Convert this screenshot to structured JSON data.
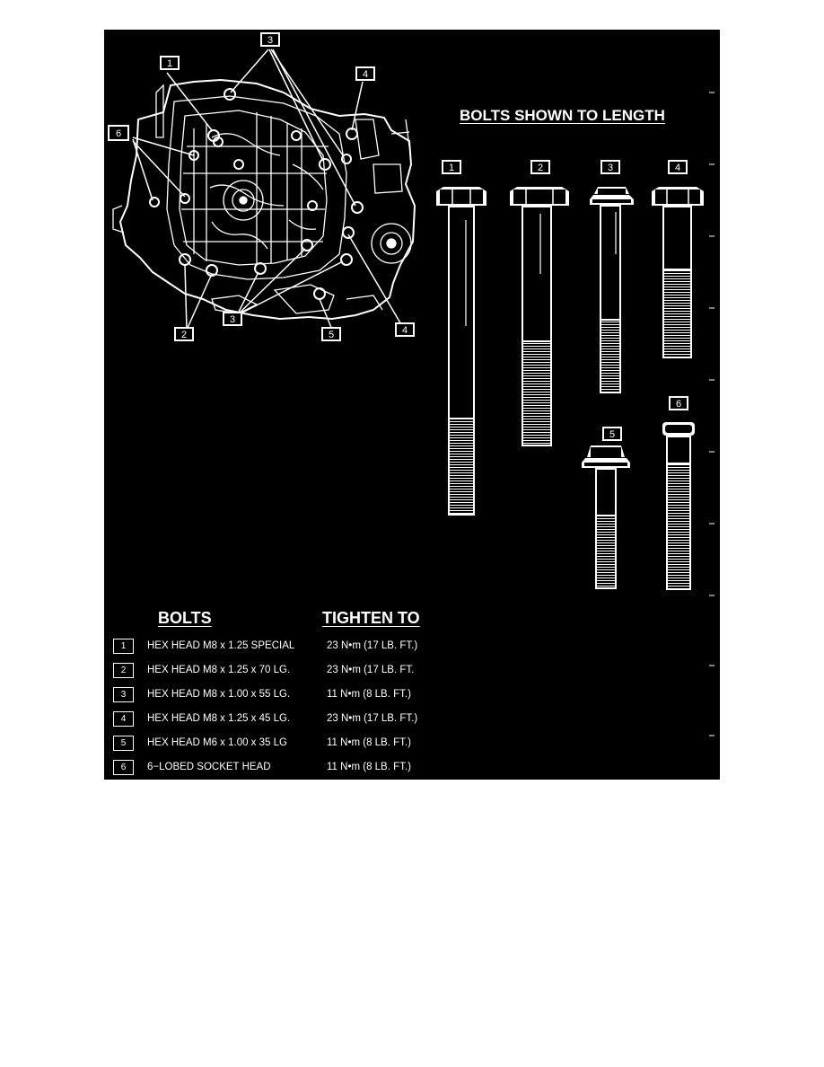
{
  "diagram": {
    "length_heading": "BOLTS SHOWN TO LENGTH",
    "table_header": {
      "bolts": "BOLTS",
      "tighten_to": "TIGHTEN TO"
    },
    "callouts": [
      "1",
      "2",
      "3",
      "4",
      "5",
      "6"
    ],
    "bolt_labels": [
      "1",
      "2",
      "3",
      "4",
      "5",
      "6"
    ],
    "rows": [
      {
        "num": "1",
        "desc": "HEX HEAD M8 x 1.25  SPECIAL",
        "torque": "23 N•m (17 LB. FT.)"
      },
      {
        "num": "2",
        "desc": "HEX HEAD M8 x 1.25 x 70 LG.",
        "torque": "23 N•m (17 LB. FT."
      },
      {
        "num": "3",
        "desc": "HEX HEAD M8 x 1.00 x 55 LG.",
        "torque": "11 N•m (8 LB. FT.)"
      },
      {
        "num": "4",
        "desc": "HEX HEAD M8 x 1.25 x 45 LG.",
        "torque": "23 N•m (17 LB. FT.)"
      },
      {
        "num": "5",
        "desc": "HEX HEAD M6 x 1.00 x 35 LG",
        "torque": "11 N•m (8 LB. FT.)"
      },
      {
        "num": "6",
        "desc": "6−LOBED SOCKET HEAD",
        "torque": "11 N•m (8 LB. FT.)"
      }
    ],
    "colors": {
      "background": "#000000",
      "line": "#ffffff"
    }
  }
}
